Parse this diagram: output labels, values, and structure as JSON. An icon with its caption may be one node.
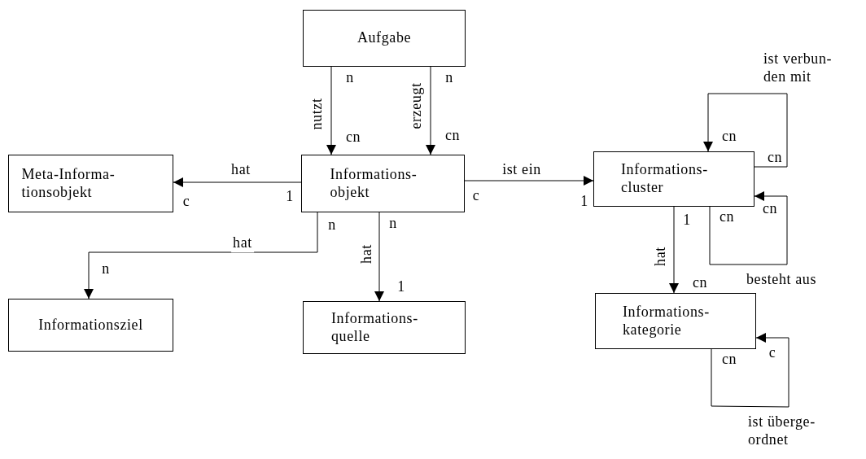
{
  "diagram": {
    "nodes": [
      {
        "text": [
          "Aufgabe"
        ]
      },
      {
        "text": [
          "Meta-Informa- tionsobjekt"
        ]
      },
      {
        "text": [
          "Informations- objekt"
        ]
      },
      {
        "text": [
          "Informations- cluster"
        ]
      },
      {
        "text": [
          "Informationsziel"
        ]
      },
      {
        "text": [
          "Informations- quelle"
        ]
      },
      {
        "text": [
          "Informations- kategorie"
        ]
      }
    ],
    "edges": [
      {
        "from": 0,
        "to": 2,
        "arrow": "to",
        "label": "nutzt"
      },
      {
        "from": 0,
        "to": 2,
        "arrow": "to",
        "label": "erzeugt"
      },
      {
        "from": 2,
        "to": 1,
        "arrow": "to",
        "label": "hat"
      },
      {
        "from": 2,
        "to": 3,
        "arrow": "to",
        "label": "ist ein"
      },
      {
        "from": 2,
        "to": 4,
        "arrow": "to",
        "label": "hat"
      },
      {
        "from": 2,
        "to": 5,
        "arrow": "to",
        "label": "hat"
      },
      {
        "from": 3,
        "to": 3,
        "arrow": "to",
        "label": "ist verbun- den mit"
      },
      {
        "from": 3,
        "to": 3,
        "arrow": "to",
        "label": "besteht aus"
      },
      {
        "from": 3,
        "to": 6,
        "arrow": "to",
        "label": "hat"
      },
      {
        "from": 6,
        "to": 6,
        "arrow": "to",
        "label": "ist überge- ordnet"
      }
    ],
    "labels": [
      "n",
      "n",
      "cn",
      "cn",
      "cn",
      "cn",
      "c",
      "1",
      "c",
      "1",
      "cn",
      "cn",
      "1",
      "n",
      "n",
      "n",
      "cn",
      "1",
      "c",
      "cn"
    ]
  }
}
